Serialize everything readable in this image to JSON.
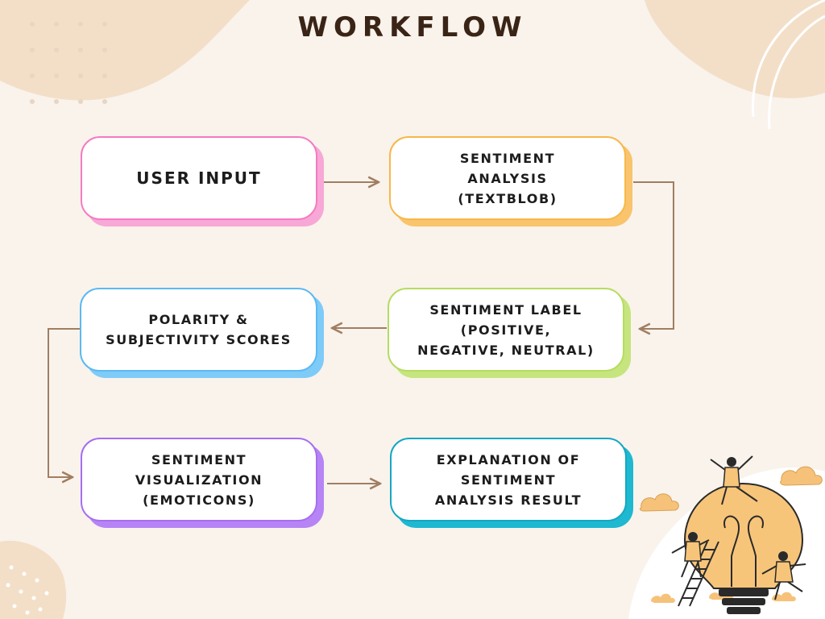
{
  "title": "WORKFLOW",
  "colors": {
    "background": "#f9f3ec",
    "blob": "#f3dfc8",
    "arrow": "#a07e62",
    "text": "#1c1c1c"
  },
  "nodes": [
    {
      "id": "user-input",
      "label": "USER INPUT",
      "border": "#f57bc1",
      "shadow": "#f7a8d6"
    },
    {
      "id": "sentiment-analysis",
      "label": "SENTIMENT\nANALYSIS\n(TEXTBLOB)",
      "border": "#f7b84a",
      "shadow": "#f9c46b"
    },
    {
      "id": "polarity-scores",
      "label": "POLARITY &\nSUBJECTIVITY SCORES",
      "border": "#5cb9f2",
      "shadow": "#7ecbf8"
    },
    {
      "id": "sentiment-label",
      "label": "SENTIMENT LABEL\n(POSITIVE,\nNEGATIVE, NEUTRAL)",
      "border": "#b6dc61",
      "shadow": "#c6e57e"
    },
    {
      "id": "sentiment-visualization",
      "label": "SENTIMENT\nVISUALIZATION\n(EMOTICONS)",
      "border": "#a66ef0",
      "shadow": "#b784f6"
    },
    {
      "id": "explanation",
      "label": "EXPLANATION OF\nSENTIMENT\nANALYSIS RESULT",
      "border": "#15a7c2",
      "shadow": "#1eb8d1"
    }
  ],
  "edges": [
    {
      "from": "user-input",
      "to": "sentiment-analysis"
    },
    {
      "from": "sentiment-analysis",
      "to": "sentiment-label"
    },
    {
      "from": "sentiment-label",
      "to": "polarity-scores"
    },
    {
      "from": "polarity-scores",
      "to": "sentiment-visualization"
    },
    {
      "from": "sentiment-visualization",
      "to": "explanation"
    }
  ]
}
